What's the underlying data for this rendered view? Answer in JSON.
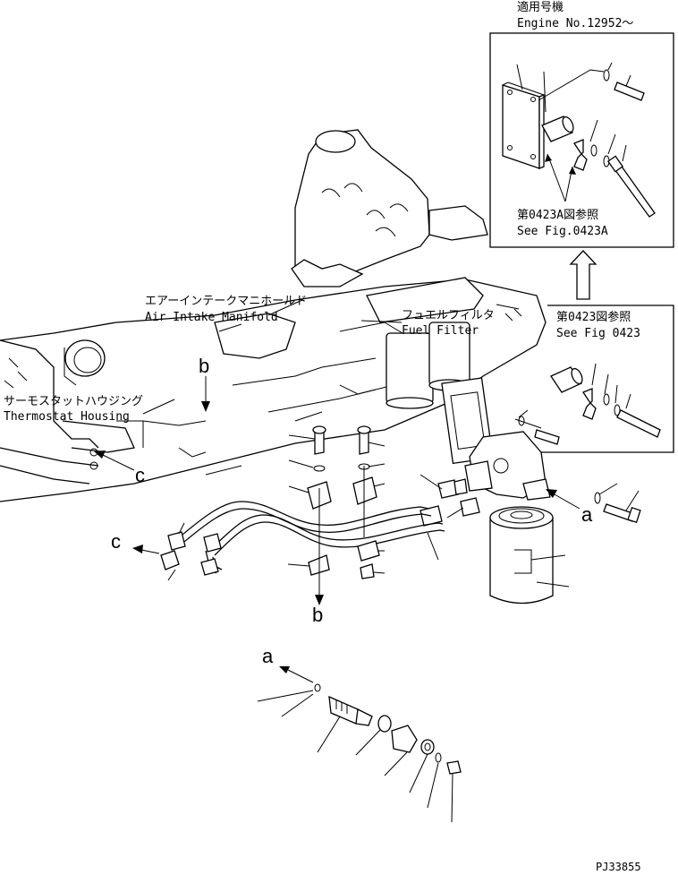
{
  "applicable_engine": {
    "label_jp": "適用号機",
    "label_en": "Engine No.12952〜"
  },
  "inset_ref": {
    "jp": "第0423A図参照",
    "en": "See Fig.0423A"
  },
  "side_ref": {
    "jp": "第0423図参照",
    "en": "See Fig 0423"
  },
  "callouts": {
    "air_intake_manifold_jp": "エアーインテークマニホールド",
    "air_intake_manifold_en": "Air Intake Manifold",
    "fuel_filter_jp": "フュエルフィルタ",
    "fuel_filter_en": "Fuel Filter",
    "thermostat_housing_jp": "サーモスタットハウジング",
    "thermostat_housing_en": "Thermostat Housing"
  },
  "reference_letters": {
    "a": "a",
    "b": "b",
    "c": "c"
  },
  "figure_code": "PJ33855"
}
